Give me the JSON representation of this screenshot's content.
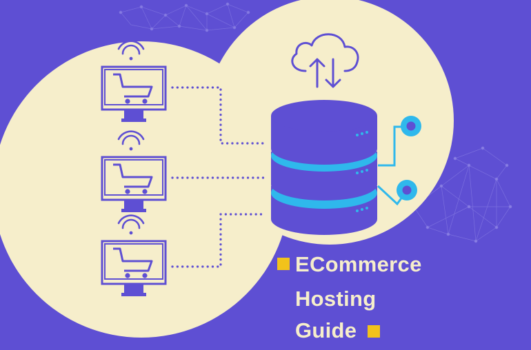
{
  "banner": {
    "title_lines": [
      "ECommerce",
      "Hosting",
      "Guide"
    ]
  },
  "colors": {
    "background": "#5e4fd3",
    "blob": "#f6eecb",
    "icon": "#5e4fd3",
    "accent_blue": "#2fb8ec",
    "accent_yellow": "#f2c21b"
  },
  "icons": {
    "cloud": "cloud-sync-icon",
    "server": "database-server-icon",
    "terminals": [
      "shopping-cart-monitor-icon",
      "shopping-cart-monitor-icon",
      "shopping-cart-monitor-icon"
    ],
    "wifi": "wifi-icon"
  }
}
